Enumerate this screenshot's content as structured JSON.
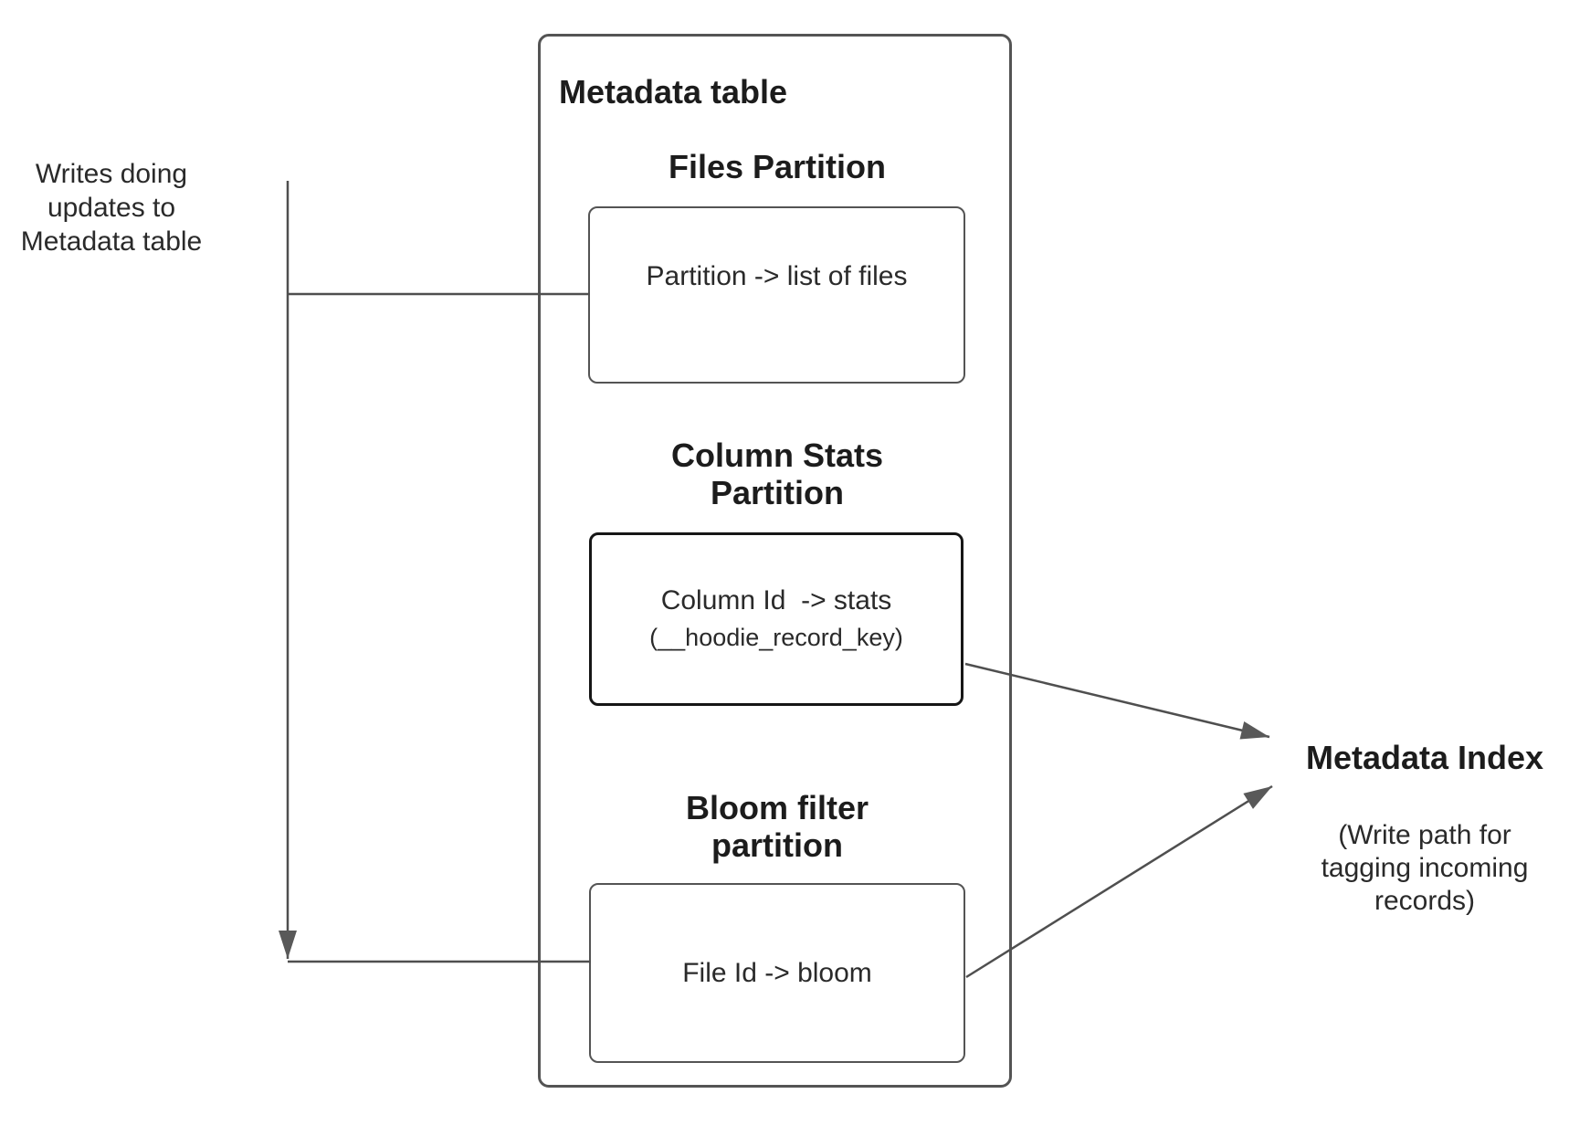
{
  "colors": {
    "line": "#4f4f4f",
    "box_border": "#545454",
    "emphasis_border": "#161616",
    "arrow_fill": "#595959",
    "heading_text": "#1c1c1c",
    "body_text": "#2a2a2a"
  },
  "left_note": "Writes doing\nupdates to\nMetadata table",
  "metadata_table": {
    "title": "Metadata table",
    "files": {
      "heading": "Files Partition",
      "box_text": "Partition -> list of files"
    },
    "column_stats": {
      "heading": "Column Stats\nPartition",
      "box_lines": [
        "Column Id  -> stats",
        "(__hoodie_record_key)"
      ]
    },
    "bloom": {
      "heading": "Bloom filter\npartition",
      "box_text": "File Id -> bloom"
    }
  },
  "metadata_index": {
    "title": "Metadata Index",
    "subtitle": "(Write path for\ntagging incoming\nrecords)"
  }
}
